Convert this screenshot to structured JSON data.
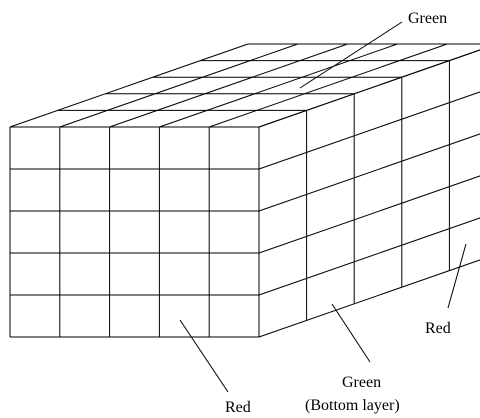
{
  "diagram": {
    "labels": {
      "top_face": "Green",
      "front_face": "Red",
      "side_face": "Red",
      "bottom_line1": "Green",
      "bottom_line2": "(Bottom layer)"
    },
    "grid": {
      "rows": 5,
      "cols": 5,
      "depth": 5
    }
  }
}
